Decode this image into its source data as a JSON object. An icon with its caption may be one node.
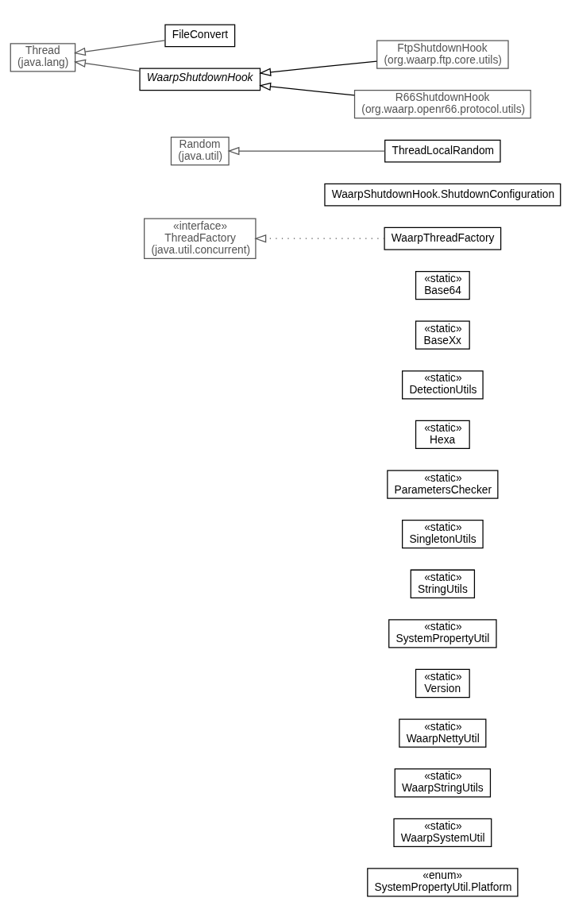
{
  "diagram": {
    "nodes": [
      {
        "text": [
          "«enum»",
          "SystemPropertyUtil.Platform"
        ]
      },
      {
        "text": [
          "«static»",
          "WaarpSystemUtil"
        ]
      },
      {
        "text": [
          "«static»",
          "WaarpStringUtils"
        ]
      },
      {
        "text": [
          "«static»",
          "WaarpNettyUtil"
        ]
      },
      {
        "text": [
          "«static»",
          "Version"
        ]
      },
      {
        "text": [
          "«static»",
          "SystemPropertyUtil"
        ]
      },
      {
        "text": [
          "«static»",
          "StringUtils"
        ]
      },
      {
        "text": [
          "«static»",
          "SingletonUtils"
        ]
      },
      {
        "text": [
          "«static»",
          "ParametersChecker"
        ]
      },
      {
        "text": [
          "«static»",
          "Hexa"
        ]
      },
      {
        "text": [
          "«static»",
          "DetectionUtils"
        ]
      },
      {
        "text": [
          "«static»",
          "BaseXx"
        ]
      },
      {
        "text": [
          "«static»",
          "Base64"
        ]
      },
      {
        "text": [
          "«interface»",
          "ThreadFactory",
          "(java.util.concurrent)"
        ]
      },
      {
        "text": [
          "WaarpThreadFactory"
        ]
      },
      {
        "text": [
          "WaarpShutdownHook.ShutdownConfiguration"
        ]
      },
      {
        "text": [
          "Random",
          "(java.util)"
        ]
      },
      {
        "text": [
          "ThreadLocalRandom"
        ]
      },
      {
        "text": [
          "Thread",
          "(java.lang)"
        ]
      },
      {
        "text": [
          "FileConvert"
        ]
      },
      {
        "text": [
          "FtpShutdownHook",
          "(org.waarp.ftp.core.utils)"
        ]
      },
      {
        "text": [
          "WaarpShutdownHook"
        ]
      },
      {
        "text": [
          "R66ShutdownHook",
          "(org.waarp.openr66.protocol.utils)"
        ]
      }
    ],
    "edges": [
      {
        "from": 14,
        "to": 13,
        "arrow": "to",
        "style": "dashed"
      },
      {
        "from": 17,
        "to": 16,
        "arrow": "to"
      },
      {
        "from": 19,
        "to": 18,
        "arrow": "to"
      },
      {
        "from": 21,
        "to": 18,
        "arrow": "to"
      },
      {
        "from": 20,
        "to": 21,
        "arrow": "to",
        "color": "#000000"
      },
      {
        "from": 22,
        "to": 21,
        "arrow": "to",
        "color": "#000000"
      }
    ]
  }
}
